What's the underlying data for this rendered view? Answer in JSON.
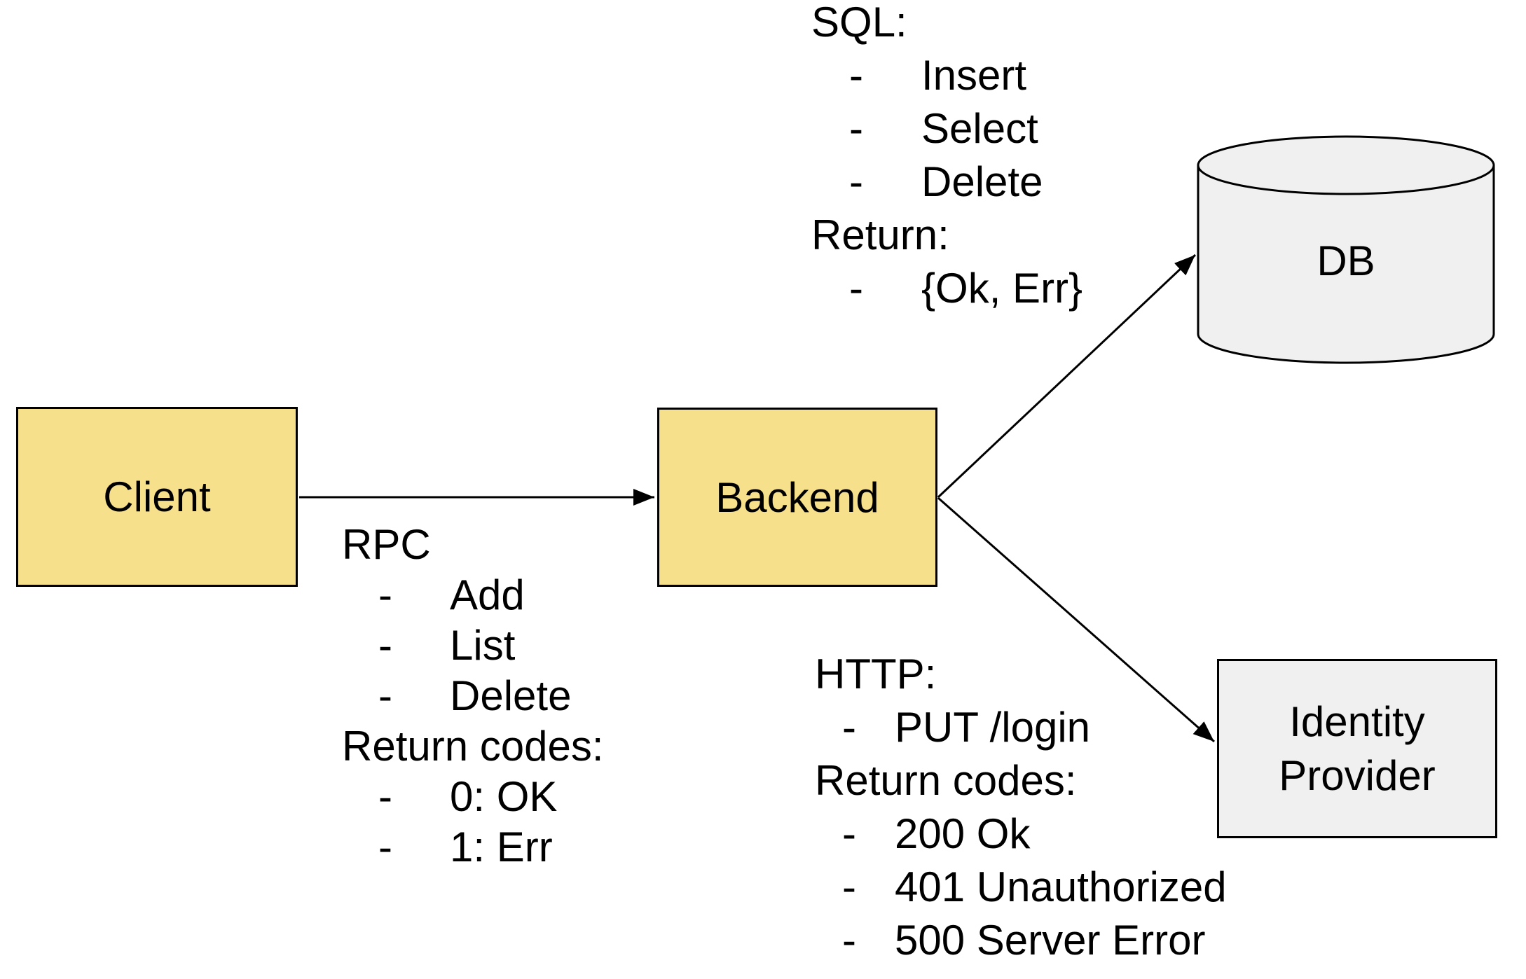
{
  "diagram": {
    "nodes": {
      "client": {
        "label": "Client"
      },
      "backend": {
        "label": "Backend"
      },
      "db": {
        "label": "DB"
      },
      "identity_provider": {
        "label": "Identity Provider"
      }
    },
    "blocks": {
      "rpc": {
        "title": "RPC",
        "bullets1": [
          "Add",
          "List",
          "Delete"
        ],
        "subtitle": "Return codes:",
        "bullets2": [
          "0: OK",
          "1: Err"
        ]
      },
      "sql": {
        "title": "SQL:",
        "bullets1": [
          "Insert",
          "Select",
          "Delete"
        ],
        "subtitle": "Return:",
        "bullets2": [
          "{Ok, Err}"
        ]
      },
      "http": {
        "title": "HTTP:",
        "bullets1": [
          "PUT /login"
        ],
        "subtitle": "Return codes:",
        "bullets2": [
          "200 Ok",
          "401 Unauthorized",
          "500 Server Error"
        ]
      }
    },
    "ui": {
      "bullet_marker": "-"
    },
    "colors": {
      "node_yellow": "#f7e08c",
      "node_gray": "#f0f0f0",
      "stroke": "#000000",
      "background": "#ffffff"
    }
  }
}
